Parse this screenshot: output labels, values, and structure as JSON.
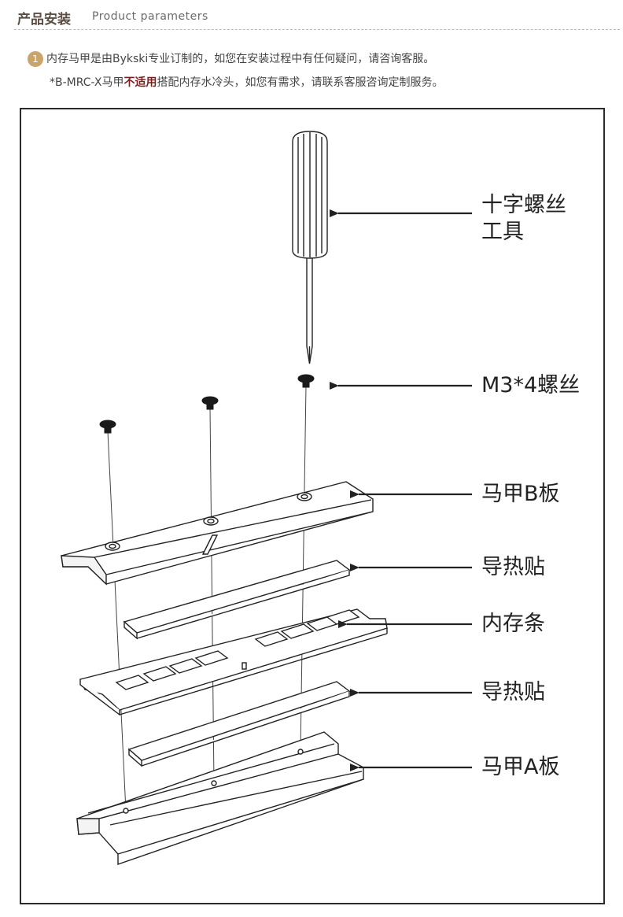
{
  "header": {
    "title_cn": "产品安装",
    "title_en": "Product parameters"
  },
  "notes": {
    "step_number": "1",
    "line1": "内存马甲是由Bykski专业订制的，如您在安装过程中有任何疑问，请咨询客服。",
    "line2_prefix": "*B-MRC-X马甲",
    "line2_emphasis": "不适用",
    "line2_suffix": "搭配内存水冷头，如您有需求，请联系客服咨询定制服务。"
  },
  "labels": {
    "screwdriver_line1": "十字螺丝",
    "screwdriver_line2": "工具",
    "screw": "M3*4螺丝",
    "plate_b": "马甲B板",
    "thermal_pad_top": "导热贴",
    "memory": "内存条",
    "thermal_pad_bottom": "导热贴",
    "plate_a": "马甲A板"
  },
  "colors": {
    "accent": "#c9a56c",
    "emphasis": "#7a1f1f",
    "line": "#222222"
  }
}
